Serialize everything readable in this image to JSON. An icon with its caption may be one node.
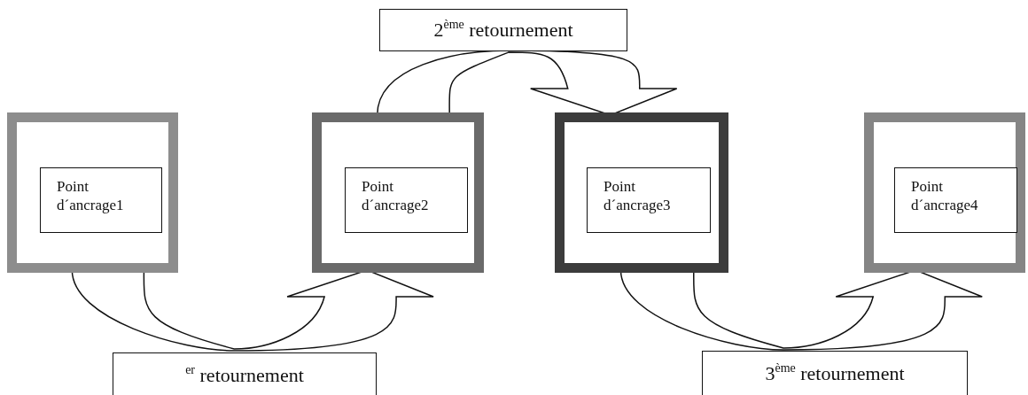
{
  "diagram": {
    "nodes": [
      {
        "text": [],
        "shape": "box"
      },
      {
        "text": [
          "Point d´ancrage1"
        ],
        "in": 0
      },
      {
        "text": [],
        "shape": "box"
      },
      {
        "text": [
          "Point d´ancrage2"
        ],
        "in": 2
      },
      {
        "text": [],
        "shape": "box"
      },
      {
        "text": [
          "Point d´ancrage3"
        ],
        "in": 4
      },
      {
        "text": [],
        "shape": "box"
      },
      {
        "text": [
          "Point d´ancrage4"
        ],
        "in": 6
      }
    ],
    "edges": [
      {
        "from": 0,
        "to": 2,
        "arrow": "to",
        "label": "$^{er}$ retournement"
      },
      {
        "from": 2,
        "to": 4,
        "arrow": "to",
        "label": "2$^{ème}$ retournement"
      },
      {
        "from": 4,
        "to": 6,
        "arrow": "to",
        "label": "3$^{ème}$ retournement"
      }
    ]
  }
}
